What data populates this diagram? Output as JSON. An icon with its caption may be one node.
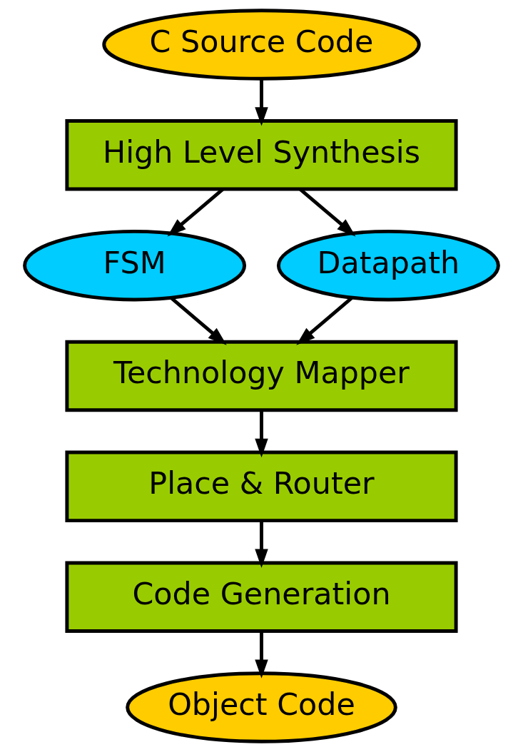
{
  "diagram": {
    "nodes": [
      {
        "text": [
          "C Source Code"
        ]
      },
      {
        "text": [
          "High Level Synthesis"
        ]
      },
      {
        "text": [
          "FSM"
        ]
      },
      {
        "text": [
          "Datapath"
        ]
      },
      {
        "text": [
          "Technology Mapper"
        ]
      },
      {
        "text": [
          "Place & Router"
        ]
      },
      {
        "text": [
          "Code Generation"
        ]
      },
      {
        "text": [
          "Object Code"
        ]
      }
    ],
    "edges": [
      {
        "from": 0,
        "to": 1,
        "arrow": "to"
      },
      {
        "from": 1,
        "to": 2,
        "arrow": "to"
      },
      {
        "from": 1,
        "to": 3,
        "arrow": "to"
      },
      {
        "from": 2,
        "to": 4,
        "arrow": "to"
      },
      {
        "from": 3,
        "to": 4,
        "arrow": "to"
      },
      {
        "from": 4,
        "to": 5,
        "arrow": "to"
      },
      {
        "from": 5,
        "to": 6,
        "arrow": "to"
      },
      {
        "from": 6,
        "to": 7,
        "arrow": "to"
      }
    ]
  }
}
